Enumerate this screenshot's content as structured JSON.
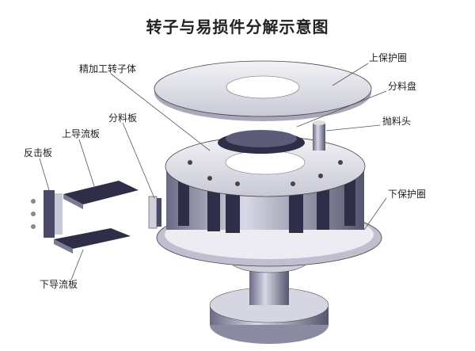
{
  "title": "转子与易损件分解示意图",
  "labels": {
    "rotor_body": "精加工转子体",
    "upper_guard_ring": "上保护圈",
    "distributor_plate": "分料盘",
    "throwing_head": "抛料头",
    "distributor_board": "分料板",
    "upper_guide_plate": "上导流板",
    "impact_plate": "反击板",
    "lower_guard_ring": "下保护圈",
    "lower_guide_plate": "下导流板"
  }
}
